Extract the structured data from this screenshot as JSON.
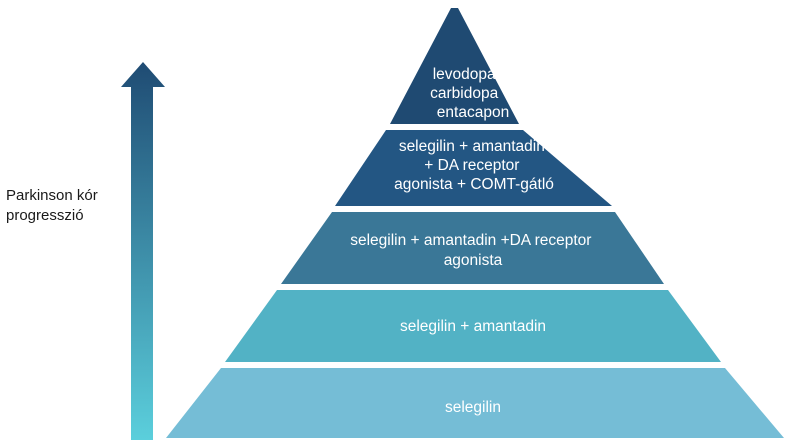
{
  "axis": {
    "label_lines": [
      "Parkinson kór",
      "progresszió"
    ]
  },
  "colors": {
    "arrow_top": "#1f4b73",
    "arrow_bottom": "#5bcfdc",
    "tier_text": "#ffffff"
  },
  "pyramid": {
    "tiers": [
      {
        "lines": [
          "levodopa +",
          "carbidopa +",
          "entacapon"
        ],
        "color": "#1f4a72"
      },
      {
        "lines": [
          "selegilin + amantadin",
          "+ DA receptor",
          "agonista + COMT-gátló"
        ],
        "color": "#235683"
      },
      {
        "lines": [
          "selegilin + amantadin +DA receptor",
          "agonista"
        ],
        "color": "#3a7797"
      },
      {
        "lines": [
          "selegilin + amantadin"
        ],
        "color": "#52b2c5"
      },
      {
        "lines": [
          "selegilin"
        ],
        "color": "#75bdd6"
      }
    ]
  }
}
